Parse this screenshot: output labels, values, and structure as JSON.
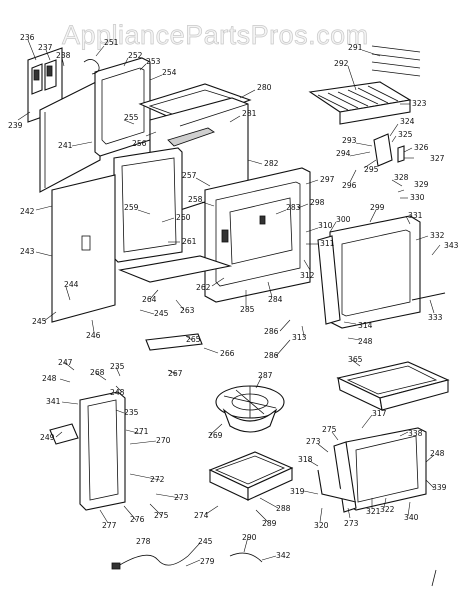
{
  "watermark": "AppliancePartsPros.com",
  "labels": [
    {
      "id": "236",
      "text": "236"
    },
    {
      "id": "237",
      "text": "237"
    },
    {
      "id": "238",
      "text": "238"
    },
    {
      "id": "239",
      "text": "239"
    },
    {
      "id": "251",
      "text": "251"
    },
    {
      "id": "252",
      "text": "252"
    },
    {
      "id": "253",
      "text": "253"
    },
    {
      "id": "254",
      "text": "254"
    },
    {
      "id": "280",
      "text": "280"
    },
    {
      "id": "291",
      "text": "291"
    },
    {
      "id": "292",
      "text": "292"
    },
    {
      "id": "323",
      "text": "323"
    },
    {
      "id": "241",
      "text": "241"
    },
    {
      "id": "255",
      "text": "255"
    },
    {
      "id": "256",
      "text": "256"
    },
    {
      "id": "281",
      "text": "281"
    },
    {
      "id": "282",
      "text": "282"
    },
    {
      "id": "293",
      "text": "293"
    },
    {
      "id": "294",
      "text": "294"
    },
    {
      "id": "295",
      "text": "295"
    },
    {
      "id": "296",
      "text": "296"
    },
    {
      "id": "324",
      "text": "324"
    },
    {
      "id": "325",
      "text": "325"
    },
    {
      "id": "326",
      "text": "326"
    },
    {
      "id": "327",
      "text": "327"
    },
    {
      "id": "242",
      "text": "242"
    },
    {
      "id": "257",
      "text": "257"
    },
    {
      "id": "297",
      "text": "297"
    },
    {
      "id": "328",
      "text": "328"
    },
    {
      "id": "329",
      "text": "329"
    },
    {
      "id": "330",
      "text": "330"
    },
    {
      "id": "258",
      "text": "258"
    },
    {
      "id": "259",
      "text": "259"
    },
    {
      "id": "283",
      "text": "283"
    },
    {
      "id": "298",
      "text": "298"
    },
    {
      "id": "299",
      "text": "299"
    },
    {
      "id": "331",
      "text": "331"
    },
    {
      "id": "260",
      "text": "260"
    },
    {
      "id": "300",
      "text": "300"
    },
    {
      "id": "310",
      "text": "310"
    },
    {
      "id": "261",
      "text": "261"
    },
    {
      "id": "311",
      "text": "311"
    },
    {
      "id": "332",
      "text": "332"
    },
    {
      "id": "343",
      "text": "343"
    },
    {
      "id": "243",
      "text": "243"
    },
    {
      "id": "312",
      "text": "312"
    },
    {
      "id": "262",
      "text": "262"
    },
    {
      "id": "244",
      "text": "244"
    },
    {
      "id": "264",
      "text": "264"
    },
    {
      "id": "285",
      "text": "285"
    },
    {
      "id": "284",
      "text": "284"
    },
    {
      "id": "263",
      "text": "263"
    },
    {
      "id": "245a",
      "text": "245"
    },
    {
      "id": "245b",
      "text": "245"
    },
    {
      "id": "333",
      "text": "333"
    },
    {
      "id": "246",
      "text": "246"
    },
    {
      "id": "314",
      "text": "314"
    },
    {
      "id": "286a",
      "text": "286"
    },
    {
      "id": "313",
      "text": "313"
    },
    {
      "id": "248a",
      "text": "248"
    },
    {
      "id": "286b",
      "text": "286"
    },
    {
      "id": "265",
      "text": "265"
    },
    {
      "id": "266",
      "text": "266"
    },
    {
      "id": "247",
      "text": "247"
    },
    {
      "id": "235",
      "text": "235"
    },
    {
      "id": "268",
      "text": "268"
    },
    {
      "id": "267",
      "text": "267"
    },
    {
      "id": "365",
      "text": "365"
    },
    {
      "id": "248b",
      "text": "248"
    },
    {
      "id": "248c",
      "text": "248"
    },
    {
      "id": "287",
      "text": "287"
    },
    {
      "id": "341",
      "text": "341"
    },
    {
      "id": "235b",
      "text": "235"
    },
    {
      "id": "317",
      "text": "317"
    },
    {
      "id": "338",
      "text": "338"
    },
    {
      "id": "275a",
      "text": "275"
    },
    {
      "id": "249",
      "text": "249"
    },
    {
      "id": "271",
      "text": "271"
    },
    {
      "id": "270",
      "text": "270"
    },
    {
      "id": "269",
      "text": "269"
    },
    {
      "id": "273a",
      "text": "273"
    },
    {
      "id": "318",
      "text": "318"
    },
    {
      "id": "248d",
      "text": "248"
    },
    {
      "id": "272",
      "text": "272"
    },
    {
      "id": "273b",
      "text": "273"
    },
    {
      "id": "339",
      "text": "339"
    },
    {
      "id": "275b",
      "text": "275"
    },
    {
      "id": "319",
      "text": "319"
    },
    {
      "id": "288",
      "text": "288"
    },
    {
      "id": "321",
      "text": "321"
    },
    {
      "id": "322",
      "text": "322"
    },
    {
      "id": "340",
      "text": "340"
    },
    {
      "id": "277",
      "text": "277"
    },
    {
      "id": "276",
      "text": "276"
    },
    {
      "id": "274",
      "text": "274"
    },
    {
      "id": "289",
      "text": "289"
    },
    {
      "id": "320",
      "text": "320"
    },
    {
      "id": "273c",
      "text": "273"
    },
    {
      "id": "278",
      "text": "278"
    },
    {
      "id": "245c",
      "text": "245"
    },
    {
      "id": "290",
      "text": "290"
    },
    {
      "id": "342",
      "text": "342"
    },
    {
      "id": "279",
      "text": "279"
    }
  ]
}
